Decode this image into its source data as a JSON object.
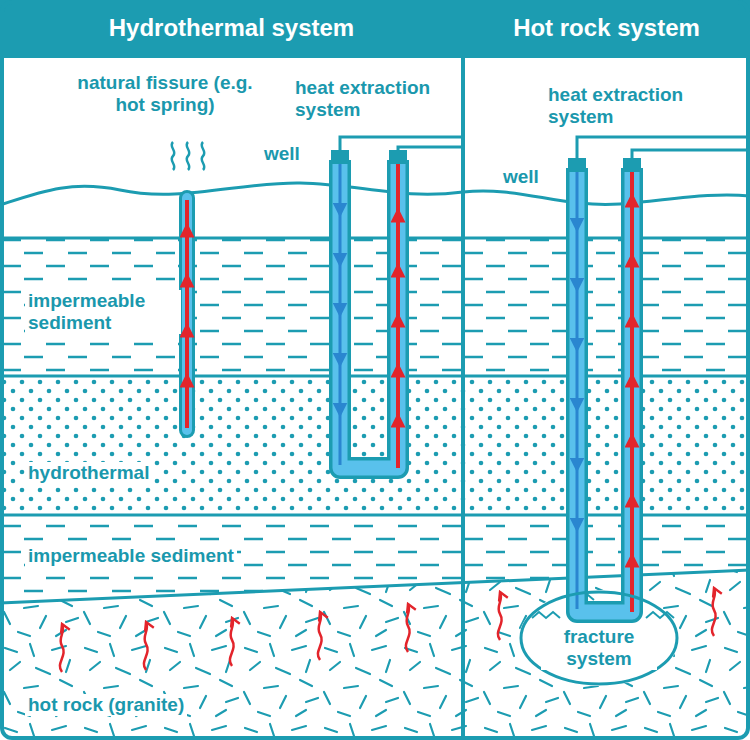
{
  "diagram": {
    "nodes": [
      {
        "text": [
          "Hydrothermal system"
        ]
      },
      {
        "text": [
          "impermeable sediment"
        ],
        "in": 0
      },
      {
        "text": [
          "hydrothermal"
        ],
        "in": 0
      },
      {
        "text": [
          "impermeable sediment"
        ],
        "in": 0
      },
      {
        "text": [
          "hot rock (granite)"
        ],
        "in": 0
      },
      {
        "text": [
          "Hot rock system"
        ]
      },
      {
        "text": [
          "fracture system"
        ],
        "in": 5
      }
    ],
    "labels": [
      "natural fissure (e.g. hot spring)",
      "heat extraction system",
      "well",
      "heat extraction system",
      "well"
    ]
  }
}
